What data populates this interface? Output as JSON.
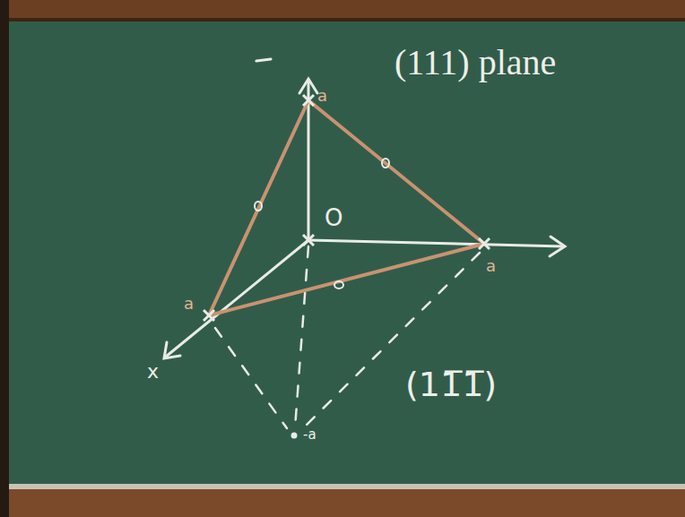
{
  "diagram": {
    "title": "(111) plane",
    "labels": [
      "a",
      "O",
      "a",
      "a",
      "x",
      "(11̅1̅)",
      "-a"
    ]
  }
}
